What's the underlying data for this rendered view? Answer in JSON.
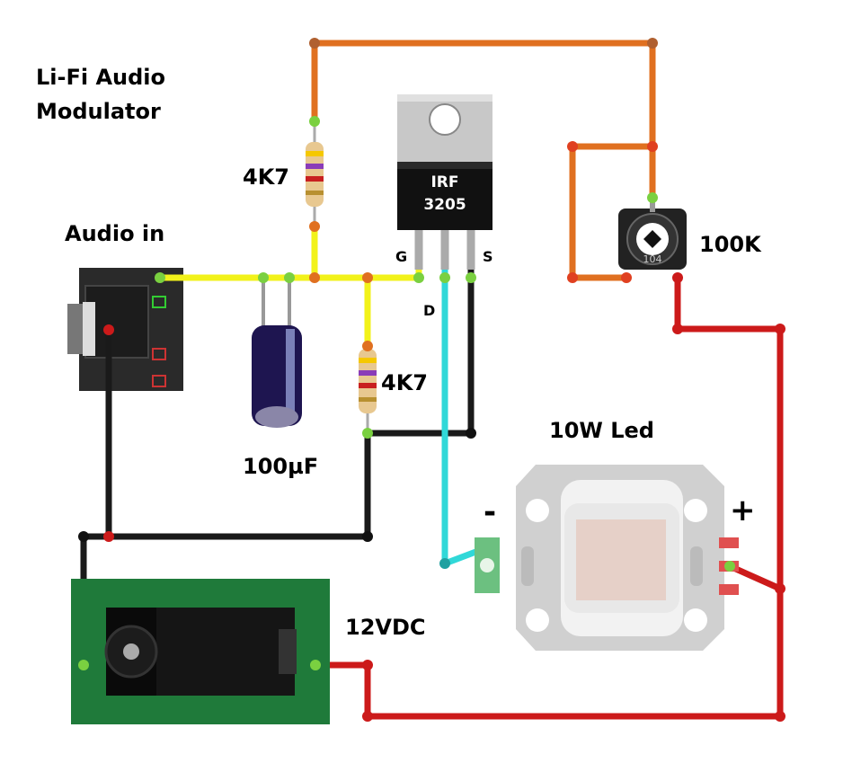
{
  "title": {
    "line1": "Li-Fi Audio",
    "line2": "Modulator"
  },
  "labels": {
    "audio_in": "Audio in",
    "r1": "4K7",
    "r2": "4K7",
    "capacitor": "100µF",
    "potentiometer": "100K",
    "led": "10W Led",
    "power": "12VDC",
    "mosfet_line1": "IRF",
    "mosfet_line2": "3205",
    "pin_g": "G",
    "pin_d": "D",
    "pin_s": "S",
    "minus": "-",
    "plus": "+",
    "pot_code": "104"
  },
  "wire_colors": {
    "signal": "#f2f21a",
    "feedback": "#e07020",
    "ground": "#1a1a1a",
    "drain": "#30d8d8",
    "supply": "#cc1a1a"
  }
}
